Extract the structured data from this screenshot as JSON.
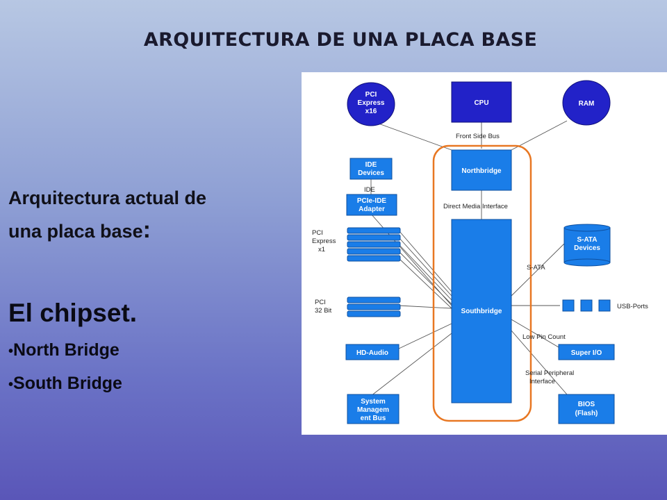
{
  "slide": {
    "title": "ARQUITECTURA DE UNA PLACA BASE",
    "subtitle_line1": "Arquitectura actual de",
    "subtitle_line2": "una placa base",
    "subtitle_colon": ":",
    "chipset_heading": "El chipset.",
    "bullets": [
      "North Bridge",
      "South Bridge"
    ]
  },
  "diagram": {
    "nodes": {
      "pcie16": [
        "PCI",
        "Express",
        "x16"
      ],
      "cpu": "CPU",
      "ram": "RAM",
      "ide_devices": [
        "IDE",
        "Devices"
      ],
      "northbridge": "Northbridge",
      "pcie_ide": [
        "PCIe-IDE",
        "Adapter"
      ],
      "southbridge": "Southbridge",
      "sata_devices": [
        "S-ATA",
        "Devices"
      ],
      "hd_audio": "HD-Audio",
      "super_io": "Super I/O",
      "smbus": [
        "System",
        "Managem",
        "ent Bus"
      ],
      "bios": [
        "BIOS",
        "(Flash)"
      ]
    },
    "labels": {
      "fsb": "Front Side Bus",
      "ide": "IDE",
      "dmi": "Direct Media Interface",
      "pcie_x1": [
        "PCI",
        "Express",
        "x1"
      ],
      "pci32": [
        "PCI",
        "32 Bit"
      ],
      "sata": "S-ATA",
      "usb": "USB-Ports",
      "lpc": "Low Pin Count",
      "spi": [
        "Serial Peripheral",
        "Interface"
      ]
    },
    "colors": {
      "block": "#1a7de8",
      "cpu": "#2222c8",
      "chipset_outline": "#e87722"
    }
  }
}
